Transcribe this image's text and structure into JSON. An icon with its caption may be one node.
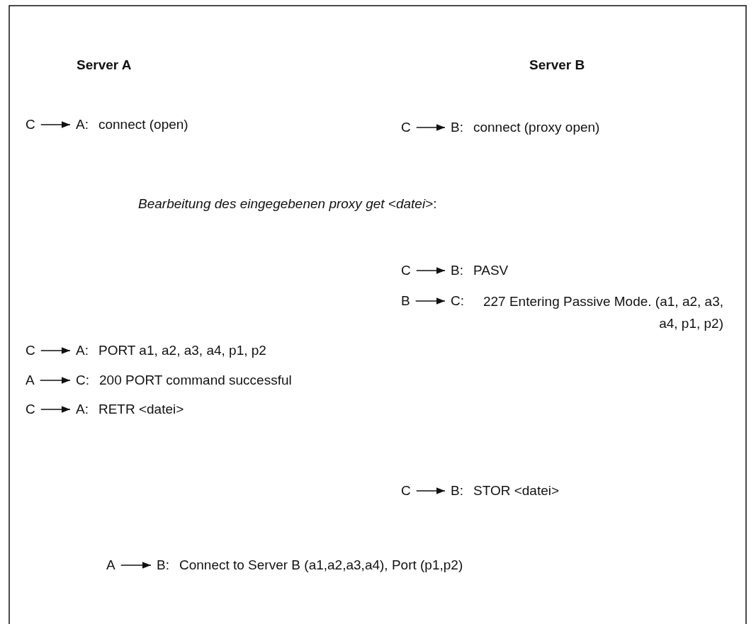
{
  "diagram": {
    "nodes": [
      {
        "text": [
          "C"
        ]
      },
      {
        "text": [
          "A:"
        ],
        "beside": [
          "connect (open)"
        ]
      },
      {
        "text": [
          "C"
        ]
      },
      {
        "text": [
          "B:"
        ],
        "beside": [
          "connect (proxy open)"
        ]
      },
      {
        "text": [
          "C"
        ]
      },
      {
        "text": [
          "B:"
        ],
        "beside": [
          "PASV"
        ]
      },
      {
        "text": [
          "B"
        ]
      },
      {
        "text": [
          "C:"
        ],
        "beside": [
          "227 Entering Passive Mode. (a1, a2, a3, a4, p1, p2)"
        ]
      },
      {
        "text": [
          "C"
        ]
      },
      {
        "text": [
          "A:"
        ],
        "beside": [
          "PORT a1, a2, a3, a4, p1, p2"
        ]
      },
      {
        "text": [
          "A"
        ]
      },
      {
        "text": [
          "C:"
        ],
        "beside": [
          "200 PORT command successful"
        ]
      },
      {
        "text": [
          "C"
        ]
      },
      {
        "text": [
          "A:"
        ],
        "beside": [
          "RETR <datei>"
        ]
      },
      {
        "text": [
          "C"
        ]
      },
      {
        "text": [
          "B:"
        ],
        "beside": [
          "STOR <datei>"
        ]
      },
      {
        "text": [
          "A"
        ]
      },
      {
        "text": [
          "B:"
        ],
        "beside": [
          "Connect to Server B (a1,a2,a3,a4), Port (p1,p2)"
        ]
      }
    ],
    "edges": [
      {
        "from": 0,
        "to": 1,
        "arrow": "to"
      },
      {
        "from": 2,
        "to": 3,
        "arrow": "to"
      },
      {
        "from": 4,
        "to": 5,
        "arrow": "to"
      },
      {
        "from": 6,
        "to": 7,
        "arrow": "to"
      },
      {
        "from": 8,
        "to": 9,
        "arrow": "to"
      },
      {
        "from": 10,
        "to": 11,
        "arrow": "to"
      },
      {
        "from": 12,
        "to": 13,
        "arrow": "to"
      },
      {
        "from": 14,
        "to": 15,
        "arrow": "to"
      },
      {
        "from": 16,
        "to": 17,
        "arrow": "to"
      }
    ],
    "labels": [
      "Server A",
      "Server B",
      "*Bearbeitung des eingegebenen proxy get <datei>*:"
    ]
  }
}
